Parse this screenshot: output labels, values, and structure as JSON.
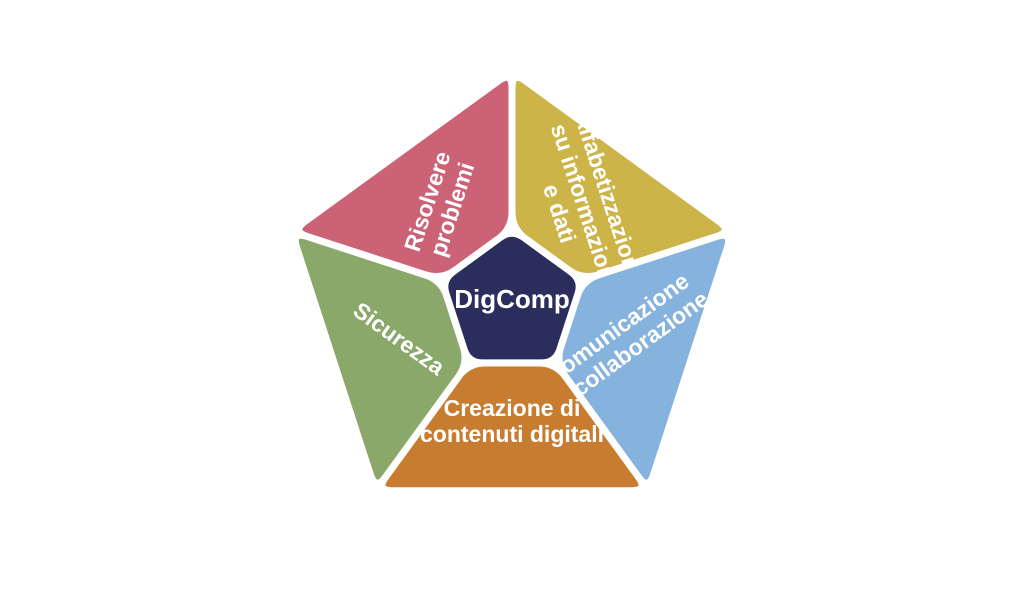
{
  "diagram": {
    "type": "pentagon-radial",
    "title": "DigComp",
    "background_color": "#ffffff",
    "gap_color": "#ffffff",
    "center": {
      "label": "DigComp",
      "color": "#2b2d5c",
      "text_color": "#ffffff"
    },
    "segments": [
      {
        "id": "alfabetizzazione",
        "label": "Alfabetizzazione su informazioni e dati",
        "lines": [
          "Alfabetizzazione",
          "su informazioni",
          "e dati"
        ],
        "color": "#cdb449",
        "text_color": "#ffffff",
        "position": "upper-right",
        "text_rotation": 72
      },
      {
        "id": "comunicazione",
        "label": "Comunicazione e collaborazione",
        "lines": [
          "Comunicazione",
          "e collaborazione"
        ],
        "color": "#86b2de",
        "text_color": "#ffffff",
        "position": "lower-right",
        "text_rotation": -36
      },
      {
        "id": "creazione",
        "label": "Creazione di contenuti digitali",
        "lines": [
          "Creazione di",
          "contenuti digitali"
        ],
        "color": "#c87c30",
        "text_color": "#ffffff",
        "position": "bottom",
        "text_rotation": 0
      },
      {
        "id": "sicurezza",
        "label": "Sicurezza",
        "lines": [
          "Sicurezza"
        ],
        "color": "#89a869",
        "text_color": "#ffffff",
        "position": "lower-left",
        "text_rotation": 36
      },
      {
        "id": "risolvere",
        "label": "Risolvere problemi",
        "lines": [
          "Risolvere",
          "problemi"
        ],
        "color": "#cc6275",
        "text_color": "#ffffff",
        "position": "upper-left",
        "text_rotation": -72
      }
    ]
  }
}
